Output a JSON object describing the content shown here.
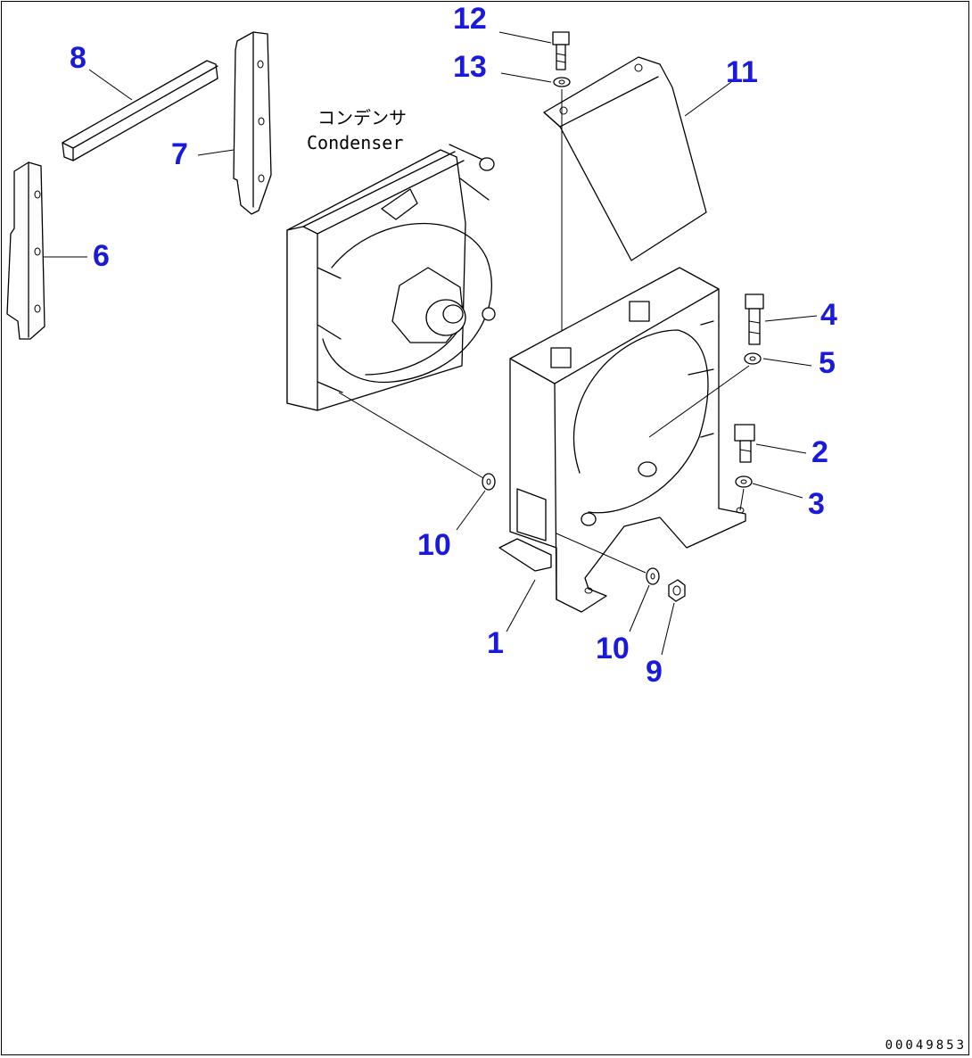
{
  "callouts": [
    {
      "id": "1",
      "label": "1"
    },
    {
      "id": "2",
      "label": "2"
    },
    {
      "id": "3",
      "label": "3"
    },
    {
      "id": "4",
      "label": "4"
    },
    {
      "id": "5",
      "label": "5"
    },
    {
      "id": "6",
      "label": "6"
    },
    {
      "id": "7",
      "label": "7"
    },
    {
      "id": "8",
      "label": "8"
    },
    {
      "id": "9",
      "label": "9"
    },
    {
      "id": "10a",
      "label": "10"
    },
    {
      "id": "10b",
      "label": "10"
    },
    {
      "id": "11",
      "label": "11"
    },
    {
      "id": "12",
      "label": "12"
    },
    {
      "id": "13",
      "label": "13"
    }
  ],
  "condenser_label": {
    "jp": "コンデンサ",
    "en": "Condenser"
  },
  "drawing_number": "00049853",
  "colors": {
    "callout": "#1a1adb",
    "line": "#000000",
    "background": "#ffffff"
  }
}
